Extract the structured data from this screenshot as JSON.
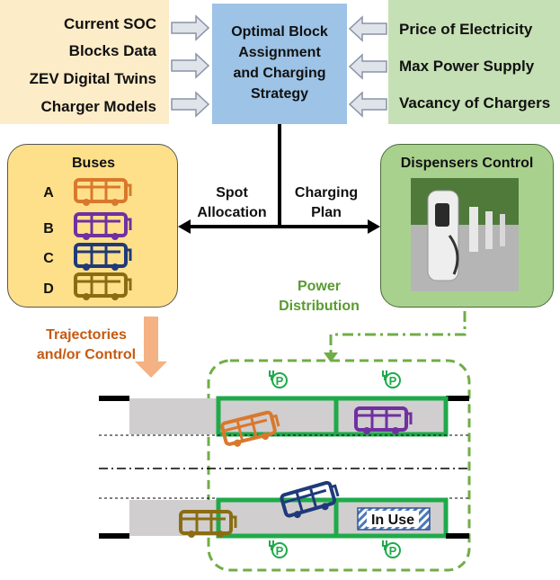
{
  "inputs_left": [
    "Current SOC",
    "Blocks Data",
    "ZEV Digital Twins",
    "Charger Models"
  ],
  "center": {
    "title_lines": [
      "Optimal Block",
      "Assignment",
      "and Charging",
      "Strategy"
    ]
  },
  "inputs_right": [
    "Price of Electricity",
    "Max Power Supply",
    "Vacancy of Chargers"
  ],
  "buses": {
    "title": "Buses",
    "items": [
      {
        "label": "A",
        "color": "#d9782d"
      },
      {
        "label": "B",
        "color": "#7030a0"
      },
      {
        "label": "C",
        "color": "#1f3a7a"
      },
      {
        "label": "D",
        "color": "#8a6d12"
      }
    ]
  },
  "dispensers": {
    "title": "Dispensers Control"
  },
  "arrows": {
    "spot_allocation": [
      "Spot",
      "Allocation"
    ],
    "charging_plan": [
      "Charging",
      "Plan"
    ],
    "power_distribution": [
      "Power",
      "Distribution"
    ],
    "trajectories": [
      "Trajectories",
      "and/or Control"
    ]
  },
  "parking": {
    "in_use_label": "In Use"
  },
  "colors": {
    "green": "#1faa4a",
    "dash_green": "#70ad47",
    "orange": "#d9782d",
    "purple": "#7030a0",
    "navy": "#1f3a7a",
    "olive": "#8a6d12"
  }
}
